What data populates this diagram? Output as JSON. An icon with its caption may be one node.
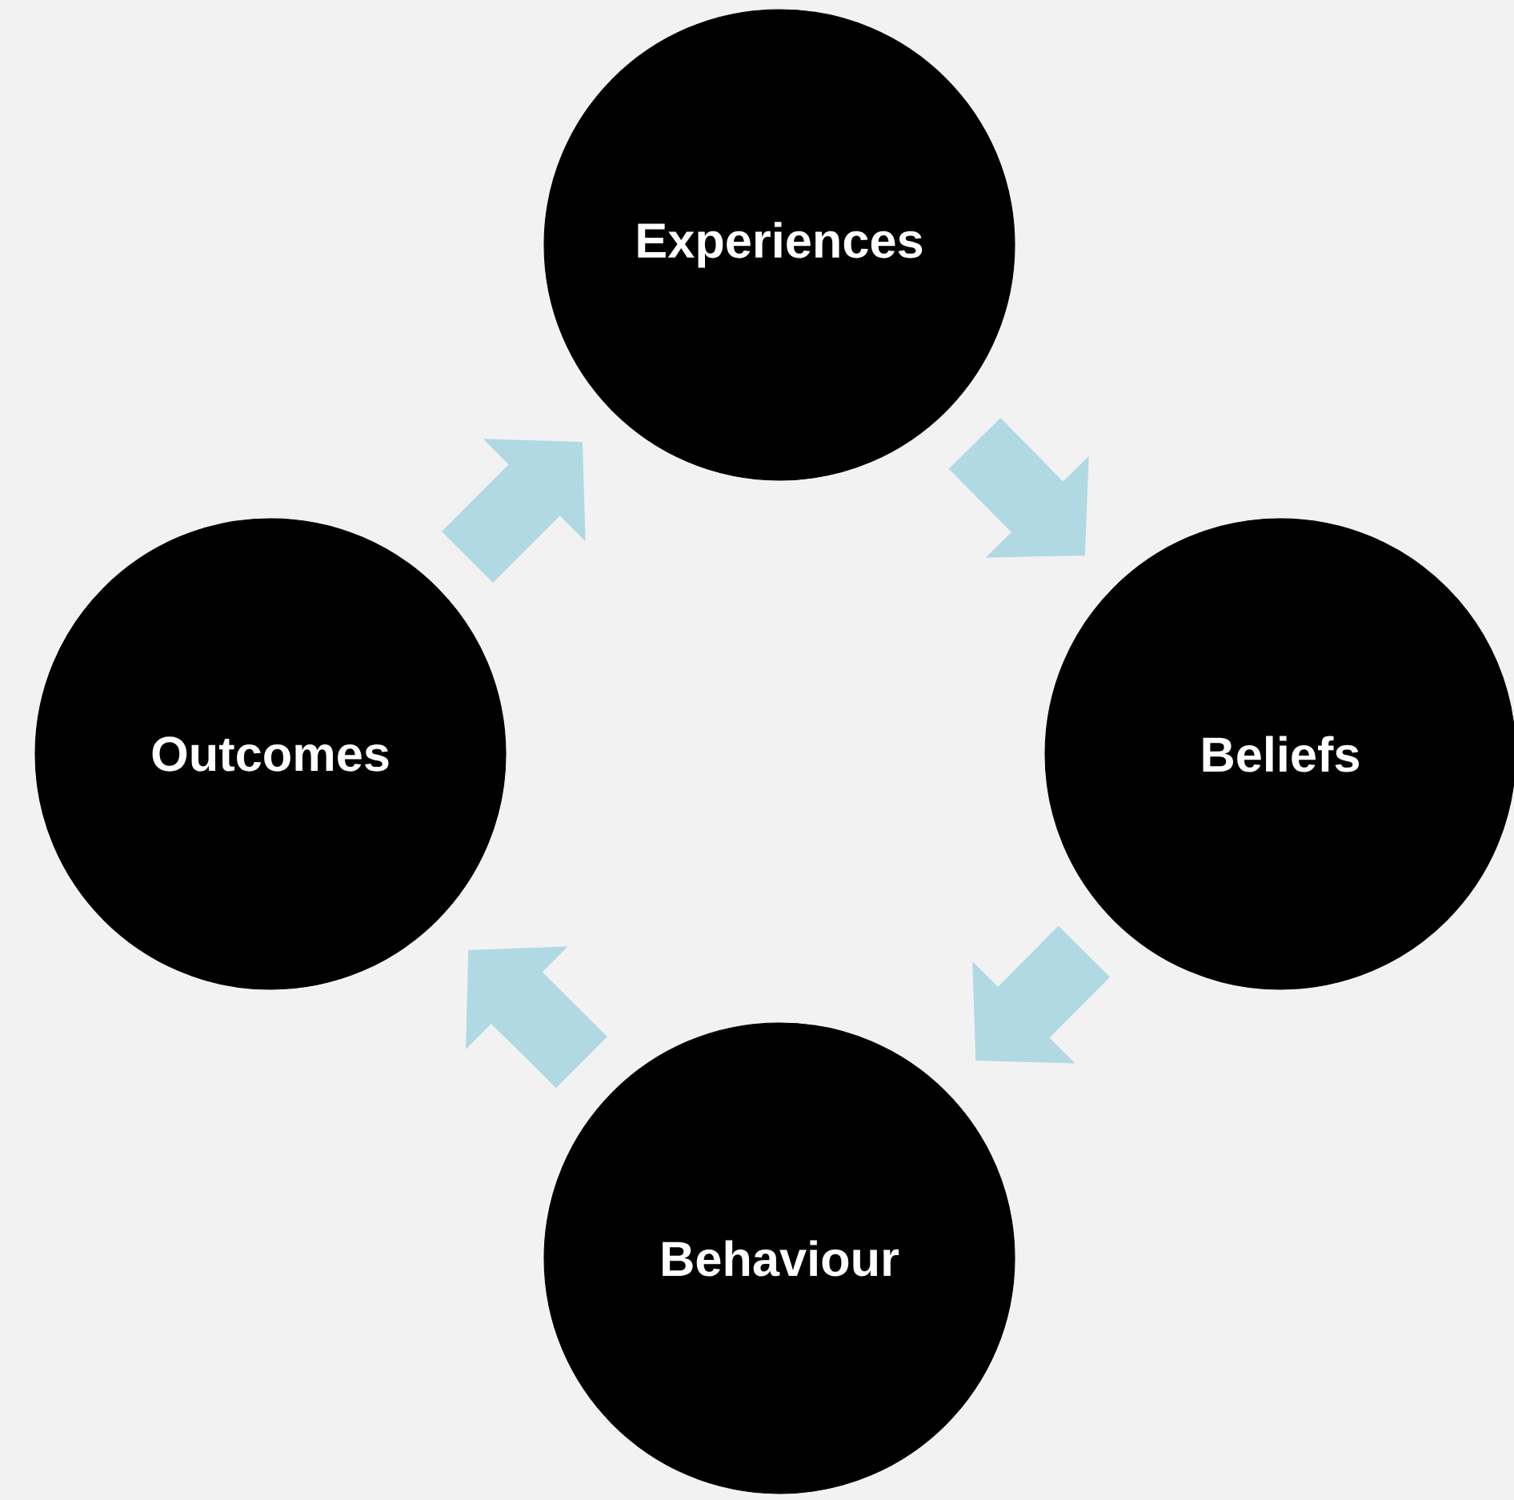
{
  "diagram": {
    "nodes": [
      {
        "text": [
          "Experiences"
        ]
      },
      {
        "text": [
          "Beliefs"
        ]
      },
      {
        "text": [
          "Behaviour"
        ]
      },
      {
        "text": [
          "Outcomes"
        ]
      }
    ],
    "edges": [
      {
        "from": 0,
        "to": 1,
        "arrow": "to"
      },
      {
        "from": 1,
        "to": 2,
        "arrow": "to"
      },
      {
        "from": 2,
        "to": 3,
        "arrow": "to"
      },
      {
        "from": 3,
        "to": 0,
        "arrow": "to"
      }
    ]
  }
}
